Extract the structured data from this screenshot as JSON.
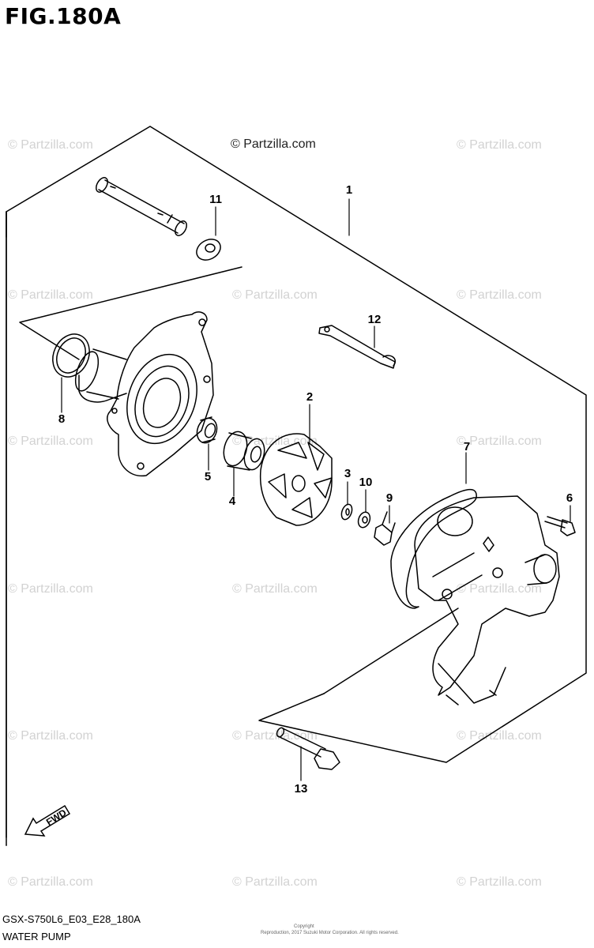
{
  "figure": {
    "title": "FIG.180A",
    "model_code": "GSX-S750L6_E03_E28_180A",
    "section_name": "WATER PUMP"
  },
  "watermark": {
    "main": "© Partzilla.com",
    "tile": "© Partzilla.com"
  },
  "fine_print": {
    "line1": "Copyright",
    "line2": "Reproduction, 2017 Suzuki Motor Corporation. All rights reserved."
  },
  "fwd_label": "FWD",
  "callouts": [
    "1",
    "2",
    "3",
    "4",
    "5",
    "6",
    "7",
    "8",
    "9",
    "10",
    "11",
    "12",
    "13"
  ],
  "colors": {
    "line": "#000000",
    "watermark": "#d2d2d2"
  }
}
